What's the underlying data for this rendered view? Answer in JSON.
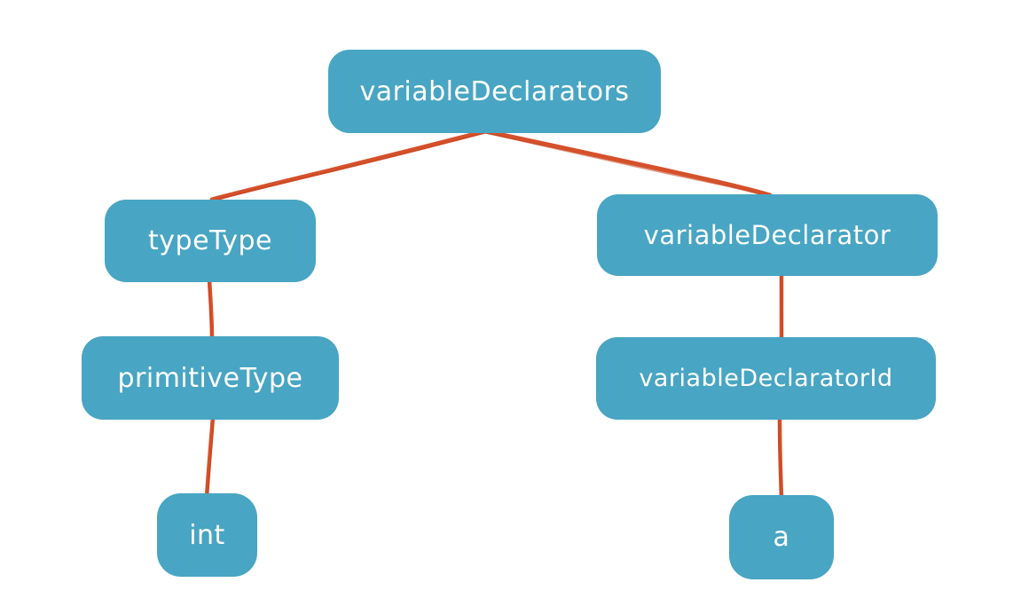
{
  "diagram": {
    "kind": "parse-tree",
    "colors": {
      "node_fill": "#48a5c3",
      "node_text": "#ffffff",
      "edge": "#d5512b",
      "background": "#ffffff"
    },
    "nodes": [
      {
        "id": "variableDeclarators",
        "label": "variableDeclarators"
      },
      {
        "id": "typeType",
        "label": "typeType"
      },
      {
        "id": "variableDeclarator",
        "label": "variableDeclarator"
      },
      {
        "id": "primitiveType",
        "label": "primitiveType"
      },
      {
        "id": "variableDeclaratorId",
        "label": "variableDeclaratorId"
      },
      {
        "id": "int",
        "label": "int"
      },
      {
        "id": "a",
        "label": "a"
      }
    ],
    "edges": [
      {
        "from": "variableDeclarators",
        "to": "typeType"
      },
      {
        "from": "variableDeclarators",
        "to": "variableDeclarator"
      },
      {
        "from": "typeType",
        "to": "primitiveType"
      },
      {
        "from": "primitiveType",
        "to": "int"
      },
      {
        "from": "variableDeclarator",
        "to": "variableDeclaratorId"
      },
      {
        "from": "variableDeclaratorId",
        "to": "a"
      }
    ]
  }
}
